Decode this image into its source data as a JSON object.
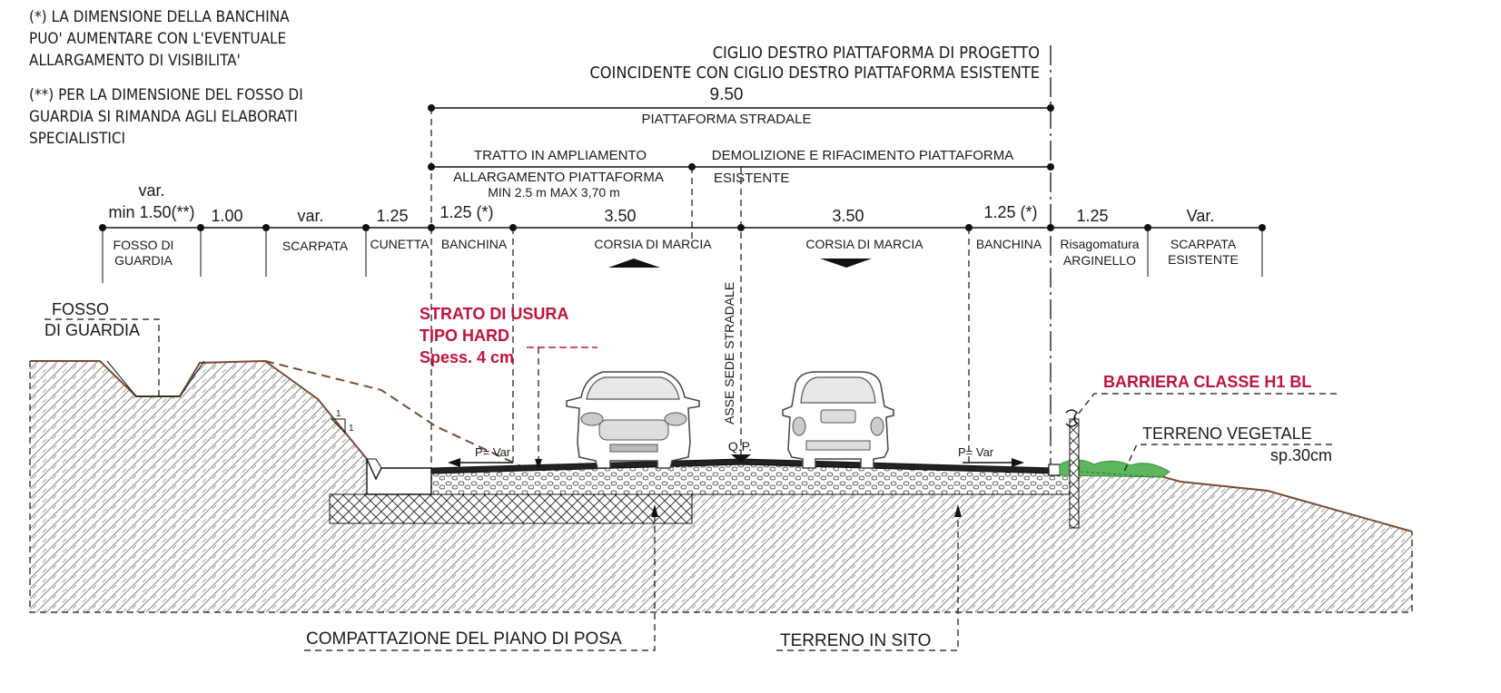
{
  "notes": {
    "note1": [
      "(*)  LA DIMENSIONE DELLA BANCHINA",
      "PUO' AUMENTARE   CON L'EVENTUALE",
      "ALLARGAMENTO DI VISIBILITA'"
    ],
    "note2": [
      "(**)  PER LA DIMENSIONE DEL FOSSO DI",
      "GUARDIA SI RIMANDA AGLI ELABORATI",
      "SPECIALISTICI"
    ]
  },
  "ciglio": [
    "CIGLIO DESTRO PIATTAFORMA DI PROGETTO",
    "COINCIDENTE CON CIGLIO DESTRO PIATTAFORMA ESISTENTE"
  ],
  "platform": {
    "width": "9.50",
    "label": "PIATTAFORMA STRADALE"
  },
  "tratto": {
    "label": "TRATTO IN AMPLIAMENTO",
    "allargamento": "ALLARGAMENTO PIATTAFORMA",
    "range": "MIN 2.5 m  MAX 3,70 m"
  },
  "demolizione": {
    "line1": "DEMOLIZIONE E RIFACIMENTO PIATTAFORMA",
    "line2": "ESISTENTE"
  },
  "dimensions": [
    {
      "value": "var.",
      "value2": "min 1.50(**)",
      "label": [
        "FOSSO DI",
        "GUARDIA"
      ]
    },
    {
      "value": "1.00",
      "label": []
    },
    {
      "value": "var.",
      "label": [
        "SCARPATA"
      ]
    },
    {
      "value": "1.25",
      "label": [
        "CUNETTA"
      ]
    },
    {
      "value": "1.25 (*)",
      "label": [
        "BANCHINA"
      ]
    },
    {
      "value": "3.50",
      "label": [
        "CORSIA DI MARCIA"
      ]
    },
    {
      "value": "3.50",
      "label": [
        "CORSIA DI MARCIA"
      ]
    },
    {
      "value": "1.25 (*)",
      "label": [
        "BANCHINA"
      ]
    },
    {
      "value": "1.25",
      "label": [
        "Risagomatura",
        "ARGINELLO"
      ]
    },
    {
      "value": "Var.",
      "label": [
        "SCARPATA",
        "ESISTENTE"
      ]
    }
  ],
  "annotations": {
    "fosso": [
      "FOSSO",
      "DI GUARDIA"
    ],
    "strato": [
      "STRATO DI USURA",
      "TIPO HARD",
      "Spess. 4 cm"
    ],
    "asse": "ASSE SEDE STRADALE",
    "barriera": "BARRIERA CLASSE H1 BL",
    "terreno_vegetale": [
      "TERRENO VEGETALE",
      "sp.30cm"
    ],
    "qp": "Q.P.",
    "slope_left": "P= Var",
    "slope_right": "P= Var",
    "slope_ratio": [
      "1",
      "1"
    ],
    "compattazione": "COMPATTAZIONE DEL PIANO DI POSA",
    "terreno_sito": "TERRENO IN SITO"
  },
  "colors": {
    "accent_red": "#c0143c",
    "ground_line": "#7a4a35",
    "grass": "#5cb85c"
  }
}
